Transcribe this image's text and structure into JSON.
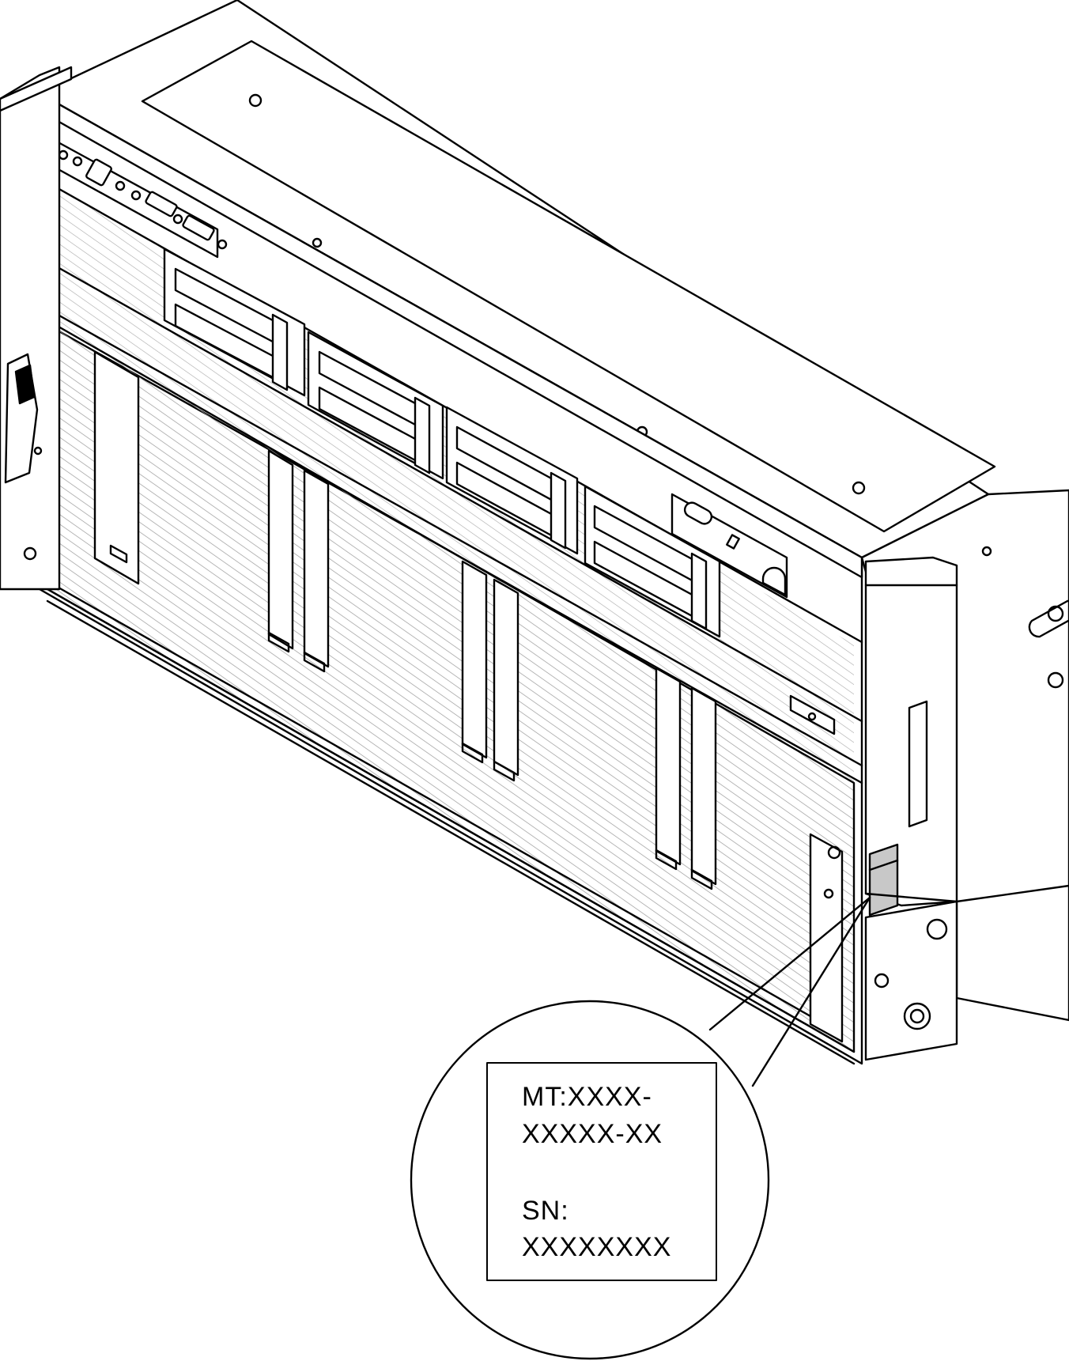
{
  "label": {
    "mt_line1": "MT:XXXX-",
    "mt_line2": "XXXXX-XX",
    "sn_line1": "SN:",
    "sn_line2": "XXXXXXXX"
  },
  "colors": {
    "line": "#000000",
    "background": "#ffffff",
    "hatch": "#9a9a9a",
    "label_tag": "#c8c8c8"
  }
}
